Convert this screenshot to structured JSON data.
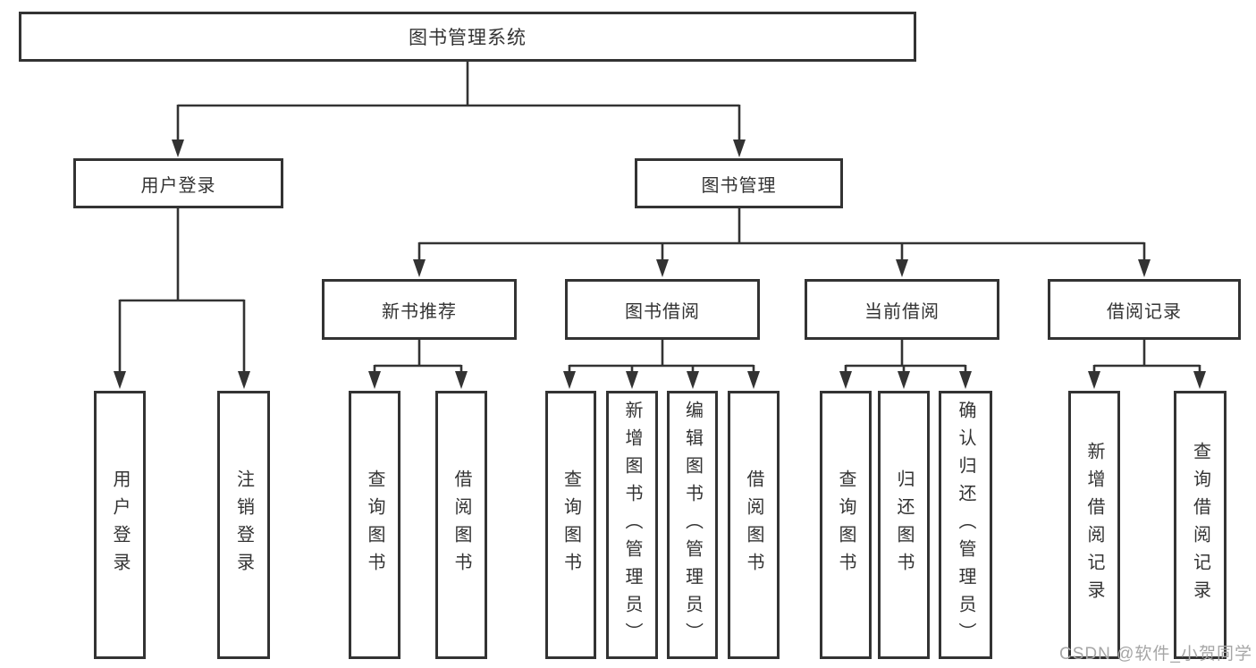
{
  "title": "图书管理系统",
  "watermark": "CSDN @软件_小贺同学",
  "colors": {
    "line": "#333333",
    "text": "#333333",
    "background": "#ffffff",
    "watermark": "#a6a6a6"
  },
  "tree": {
    "root": {
      "label": "图书管理系统"
    },
    "branches": [
      {
        "label": "用户登录",
        "children": [
          {
            "label": "用户登录"
          },
          {
            "label": "注销登录"
          }
        ]
      },
      {
        "label": "图书管理",
        "children": [
          {
            "label": "新书推荐",
            "children": [
              {
                "label": "查询图书"
              },
              {
                "label": "借阅图书"
              }
            ]
          },
          {
            "label": "图书借阅",
            "children": [
              {
                "label": "查询图书"
              },
              {
                "label": "新增图书（管理员）"
              },
              {
                "label": "编辑图书（管理员）"
              },
              {
                "label": "借阅图书"
              }
            ]
          },
          {
            "label": "当前借阅",
            "children": [
              {
                "label": "查询图书"
              },
              {
                "label": "归还图书"
              },
              {
                "label": "确认归还（管理员）"
              }
            ]
          },
          {
            "label": "借阅记录",
            "children": [
              {
                "label": "新增借阅记录"
              },
              {
                "label": "查询借阅记录"
              }
            ]
          }
        ]
      }
    ]
  }
}
